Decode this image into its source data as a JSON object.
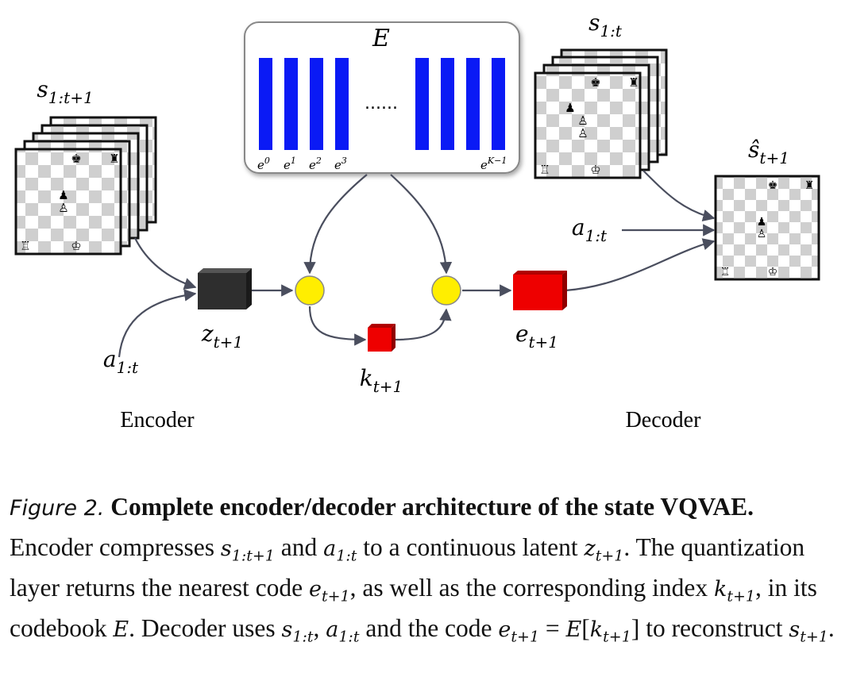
{
  "labels": {
    "codebook_title": "E",
    "code_e0": "e",
    "code_e0_sup": "0",
    "code_e1": "e",
    "code_e1_sup": "1",
    "code_e2": "e",
    "code_e2_sup": "2",
    "code_e3": "e",
    "code_e3_sup": "3",
    "code_eK": "e",
    "code_eK_sup": "K−1",
    "ellipsis": "......",
    "s_input": "s",
    "s_input_sub": "1:t+1",
    "s_decoder": "s",
    "s_decoder_sub": "1:t",
    "s_hat": "ŝ",
    "s_hat_sub": "t+1",
    "a_encoder": "a",
    "a_encoder_sub": "1:t",
    "a_decoder": "a",
    "a_decoder_sub": "1:t",
    "z": "z",
    "z_sub": "t+1",
    "k": "k",
    "k_sub": "t+1",
    "e_out": "e",
    "e_out_sub": "t+1",
    "encoder": "Encoder",
    "decoder": "Decoder"
  },
  "caption": {
    "figure_label": "Figure 2.",
    "title": "Complete encoder/decoder architecture of the state VQVAE.",
    "t1": " Encoder compresses ",
    "m1": "s",
    "m1_sub": "1:t+1",
    "t2": " and ",
    "m2": "a",
    "m2_sub": "1:t",
    "t3": " to a continuous latent ",
    "m3": "z",
    "m3_sub": "t+1",
    "t4": ". The quantization layer returns the nearest code ",
    "m4": "e",
    "m4_sub": "t+1",
    "t5": ", as well as the corresponding index ",
    "m5": "k",
    "m5_sub": "t+1",
    "t6": ", in its codebook ",
    "m6": "E",
    "t7": ". Decoder uses ",
    "m7": "s",
    "m7_sub": "1:t",
    "t8": ", ",
    "m8": "a",
    "m8_sub": "1:t",
    "t9": " and the code ",
    "m9": "e",
    "m9_sub": "t+1",
    "t10": " = ",
    "m10": "E",
    "t11": "[",
    "m11": "k",
    "m11_sub": "t+1",
    "t12": "]",
    "t13": " to reconstruct ",
    "m12": "s",
    "m12_sub": "t+1",
    "t14": "."
  },
  "colors": {
    "codebook_bar": "#0a1af5",
    "latent_z": "#2e2e2e",
    "index_k": "#ee0000",
    "code_e": "#ee0000",
    "quantize_node": "#ffee00",
    "arrow": "#4a4e5e"
  },
  "icons": {
    "chess_board": "chess-board-icon",
    "black_king": "♚",
    "black_rook": "♜",
    "black_pawn": "♟",
    "white_king": "♔",
    "white_rook": "♖",
    "white_pawn": "♙"
  }
}
